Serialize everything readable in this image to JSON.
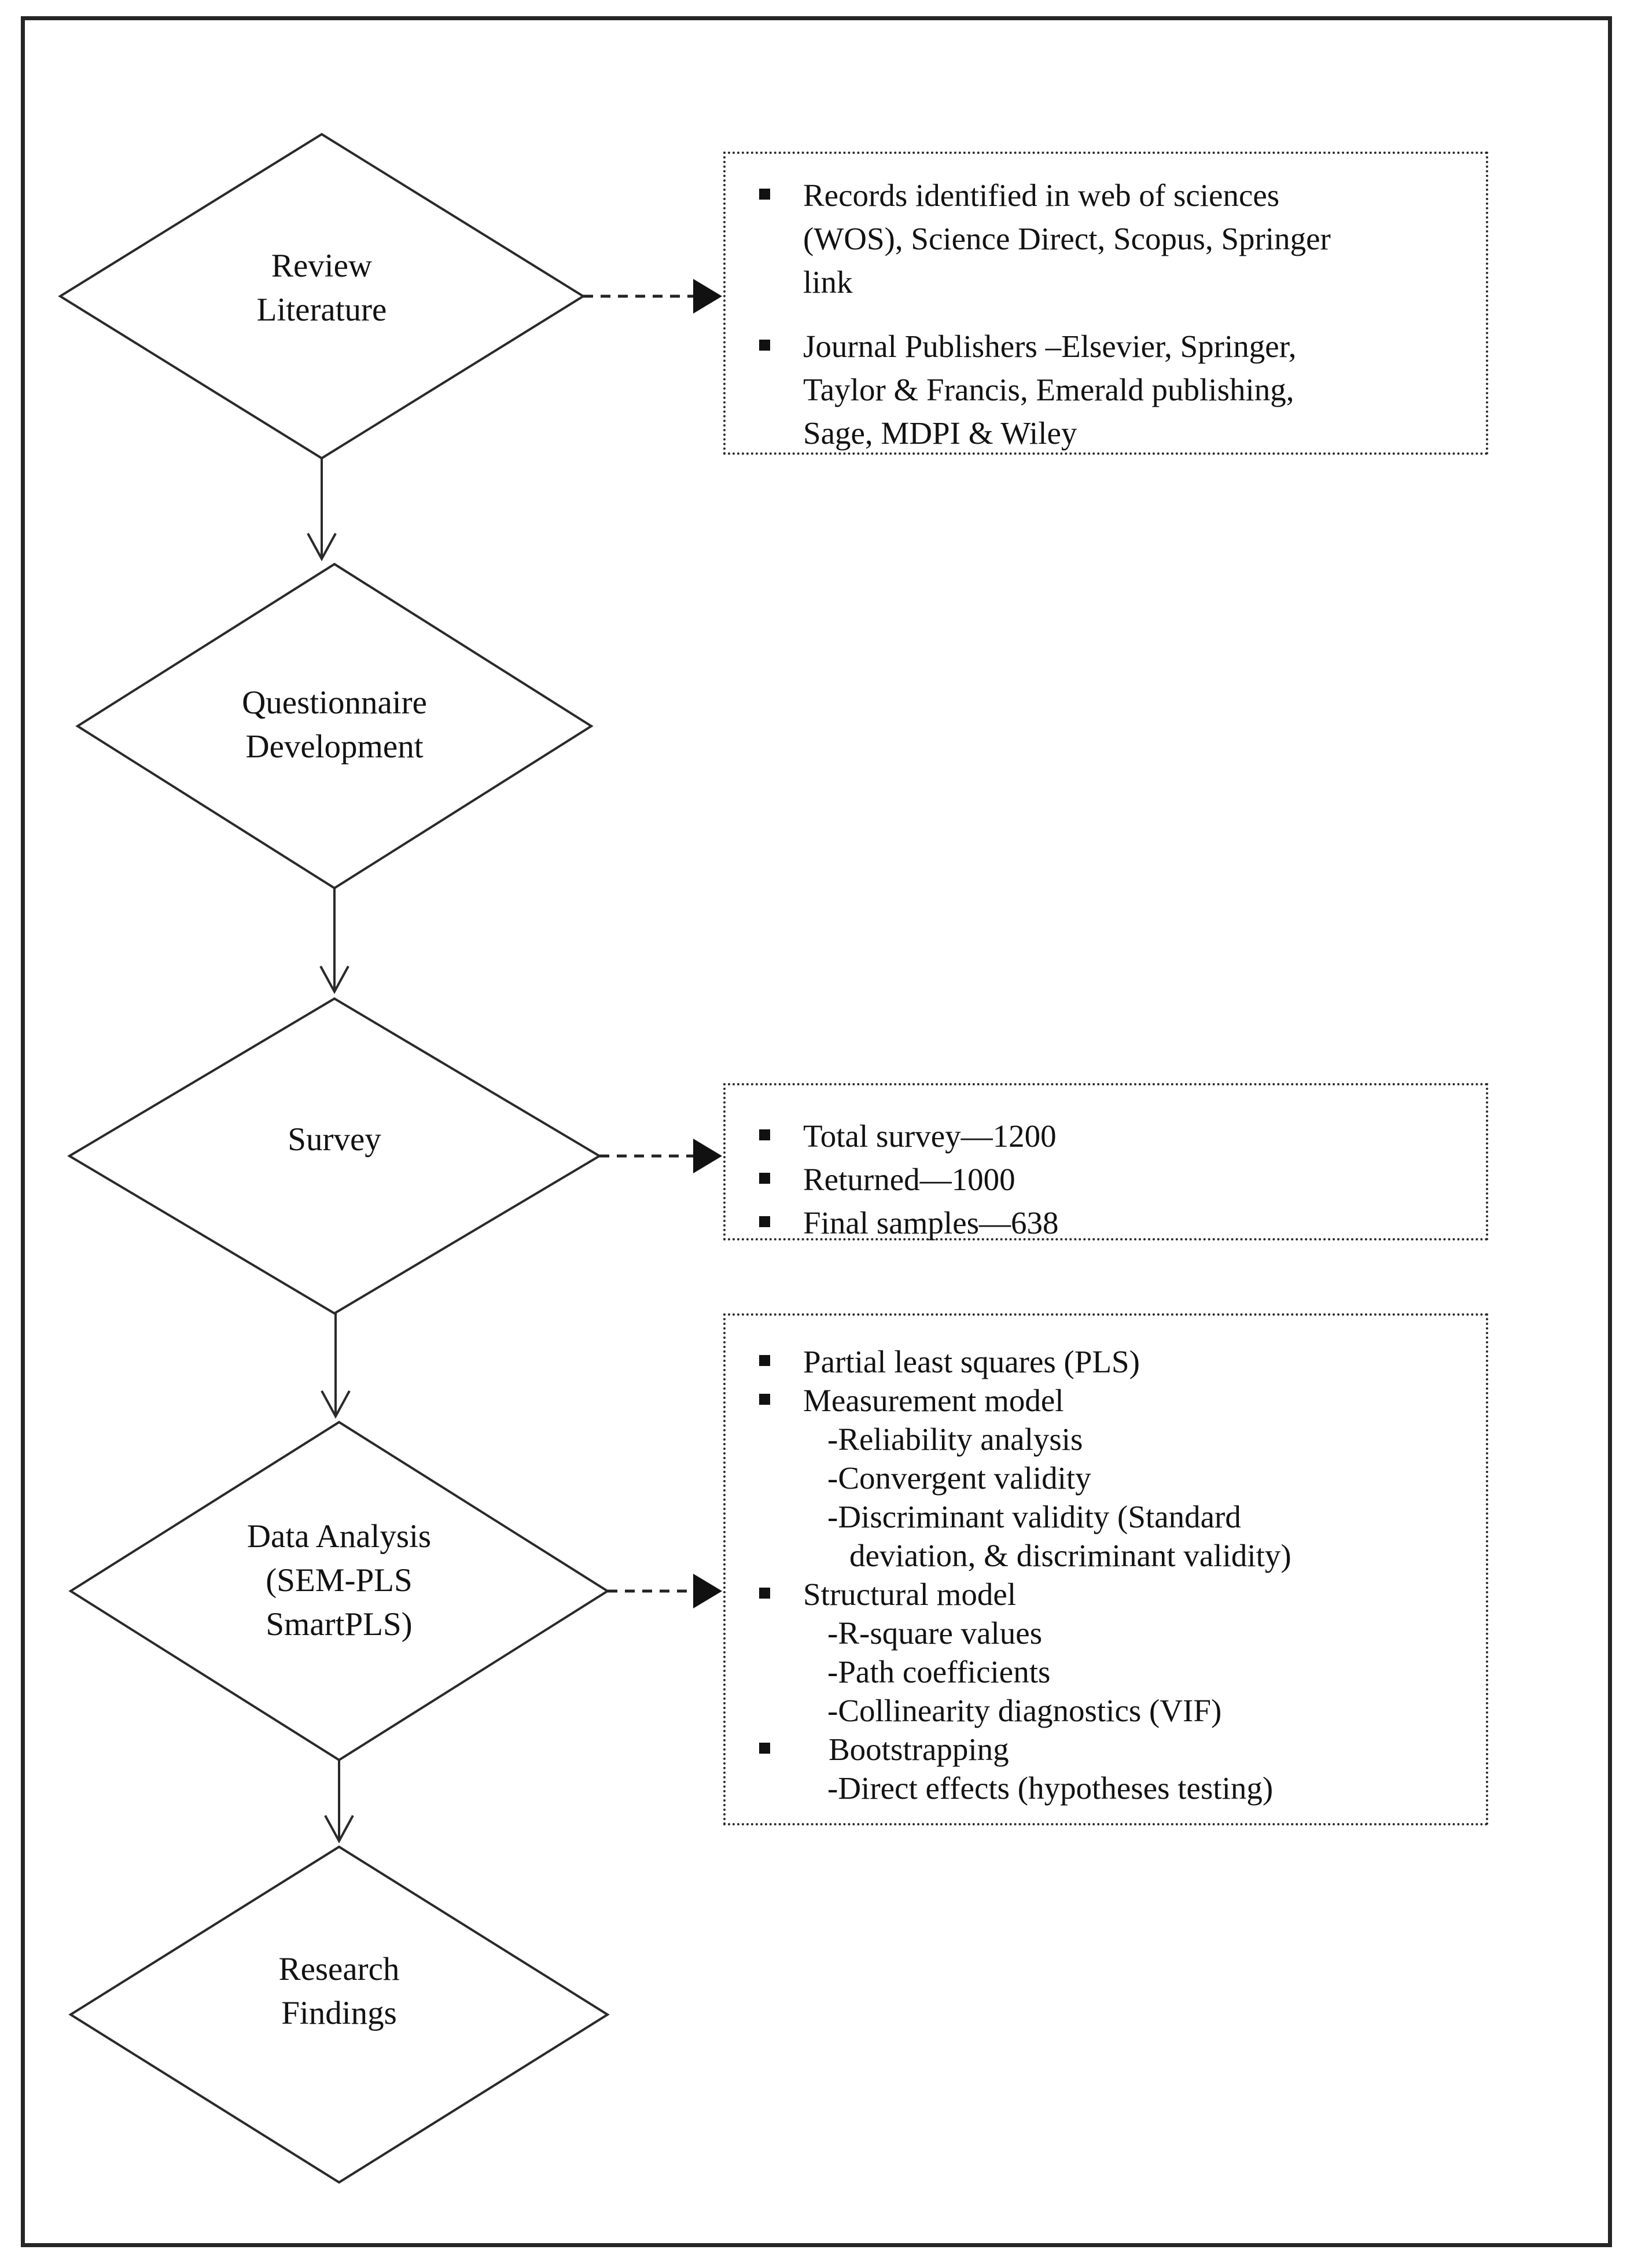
{
  "icons": {
    "bullet": "black-square-bullet"
  },
  "flowchart": {
    "nodes": [
      {
        "lines": [
          "Review",
          "Literature"
        ]
      },
      {
        "lines": [
          "Questionnaire",
          "Development"
        ]
      },
      {
        "lines": [
          "Survey"
        ]
      },
      {
        "lines": [
          "Data Analysis",
          "(SEM-PLS",
          "SmartPLS)"
        ]
      },
      {
        "lines": [
          "Research",
          "Findings"
        ]
      }
    ],
    "callouts": [
      {
        "items": [
          {
            "lines": [
              "Records identified in web of sciences",
              "(WOS), Science Direct, Scopus, Springer",
              "link"
            ]
          },
          {
            "lines": [
              "Journal Publishers –Elsevier, Springer,",
              "Taylor & Francis, Emerald publishing,",
              "Sage, MDPI & Wiley"
            ]
          }
        ]
      },
      {
        "items": [
          {
            "lines": [
              "Total survey—1200"
            ]
          },
          {
            "lines": [
              "Returned—1000"
            ]
          },
          {
            "lines": [
              "Final samples—638"
            ]
          }
        ]
      },
      {
        "items": [
          {
            "lines": [
              "Partial least squares (PLS)"
            ]
          },
          {
            "lines": [
              "Measurement model"
            ]
          },
          {
            "lines": [
              "-Reliability analysis"
            ]
          },
          {
            "lines": [
              "-Convergent validity"
            ]
          },
          {
            "lines": [
              "-Discriminant validity (Standard",
              "deviation, & discriminant validity)"
            ]
          },
          {
            "lines": [
              "Structural model"
            ]
          },
          {
            "lines": [
              "-R-square values"
            ]
          },
          {
            "lines": [
              "-Path coefficients"
            ]
          },
          {
            "lines": [
              "-Collinearity diagnostics (VIF)"
            ]
          },
          {
            "lines": [
              "Bootstrapping"
            ]
          },
          {
            "lines": [
              "-Direct effects (hypotheses testing)"
            ]
          }
        ]
      }
    ]
  }
}
